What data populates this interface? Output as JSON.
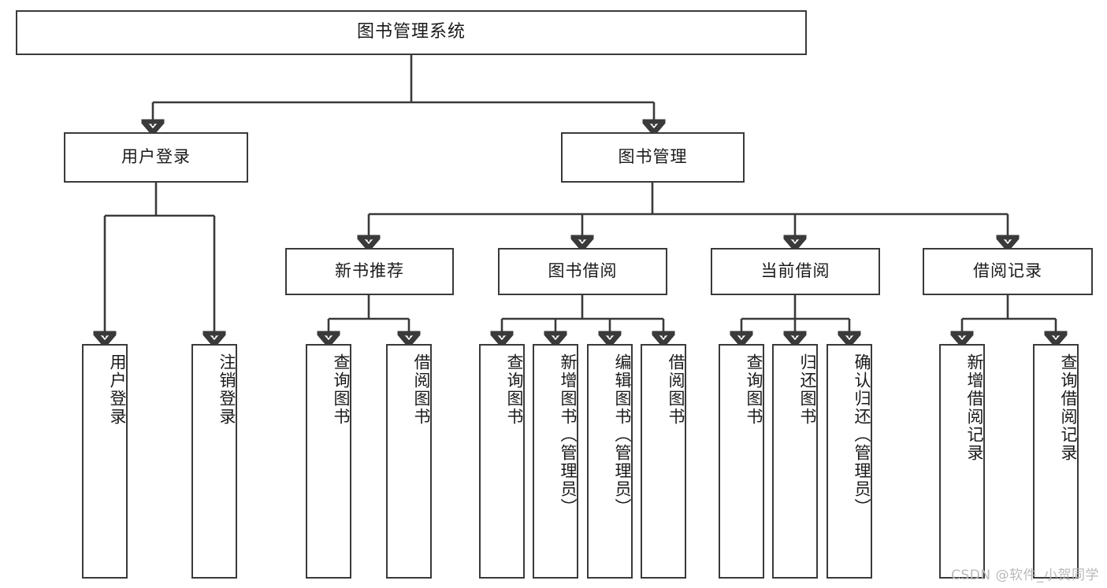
{
  "diagram": {
    "title": "图书管理系统",
    "type": "tree-hierarchy-chart",
    "watermark": "CSDN @软件_小贺同学",
    "colors": {
      "stroke": "#3a3a3a",
      "node_fill": "#ffffff",
      "text": "#1a1a1a",
      "watermark": "#b9b9b9",
      "background": "#ffffff"
    },
    "root": {
      "label": "图书管理系统"
    },
    "level2": [
      {
        "label": "用户登录"
      },
      {
        "label": "图书管理"
      }
    ],
    "level3": [
      {
        "label": "新书推荐"
      },
      {
        "label": "图书借阅"
      },
      {
        "label": "当前借阅"
      },
      {
        "label": "借阅记录"
      }
    ],
    "leaves": {
      "user_login": [
        {
          "label": "用户登录"
        },
        {
          "label": "注销登录"
        }
      ],
      "new_book_recommend": [
        {
          "label": "查询图书"
        },
        {
          "label": "借阅图书"
        }
      ],
      "book_borrow": [
        {
          "label": "查询图书"
        },
        {
          "label": "新增图书（管理员）"
        },
        {
          "label": "编辑图书（管理员）"
        },
        {
          "label": "借阅图书"
        }
      ],
      "current_borrow": [
        {
          "label": "查询图书"
        },
        {
          "label": "归还图书"
        },
        {
          "label": "确认归还（管理员）"
        }
      ],
      "borrow_record": [
        {
          "label": "新增借阅记录"
        },
        {
          "label": "查询借阅记录"
        }
      ]
    }
  }
}
